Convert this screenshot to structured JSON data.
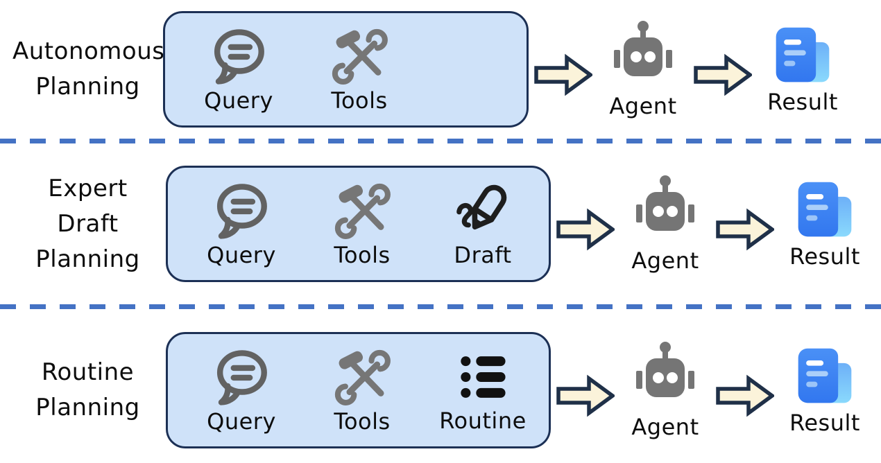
{
  "theme": {
    "box_fill": "#cfe2f9",
    "box_border": "#1c3055",
    "separator": "#4472c4",
    "arrow_fill": "#fbf3da",
    "arrow_stroke": "#1f3048",
    "bubble_gray": "#626262",
    "tools_gray": "#767676",
    "robot_gray": "#757575",
    "ink_black": "#1e1e1e",
    "doc_blue": "#4285f4",
    "doc_blue_light": "#6fb1f8",
    "text": "#0d0d0d"
  },
  "rows": [
    {
      "label": "Autonomous\nPlanning",
      "inputs": [
        {
          "icon": "speech-bubble-icon",
          "label": "Query"
        },
        {
          "icon": "tools-icon",
          "label": "Tools"
        }
      ],
      "agent_label": "Agent",
      "result_label": "Result"
    },
    {
      "label": "Expert\nDraft\nPlanning",
      "inputs": [
        {
          "icon": "speech-bubble-icon",
          "label": "Query"
        },
        {
          "icon": "tools-icon",
          "label": "Tools"
        },
        {
          "icon": "pencil-scribble-icon",
          "label": "Draft"
        }
      ],
      "agent_label": "Agent",
      "result_label": "Result"
    },
    {
      "label": "Routine\nPlanning",
      "inputs": [
        {
          "icon": "speech-bubble-icon",
          "label": "Query"
        },
        {
          "icon": "tools-icon",
          "label": "Tools"
        },
        {
          "icon": "bullet-list-icon",
          "label": "Routine"
        }
      ],
      "agent_label": "Agent",
      "result_label": "Result"
    }
  ]
}
